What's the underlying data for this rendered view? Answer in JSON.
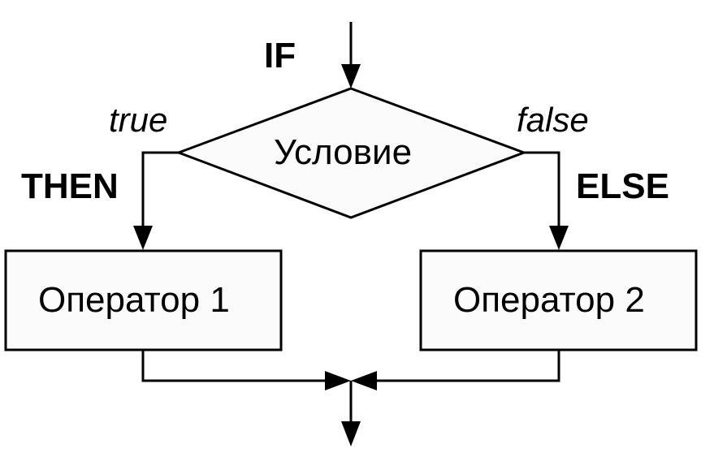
{
  "diagram": {
    "if_label": "IF",
    "condition": "Условие",
    "true_label": "true",
    "false_label": "false",
    "then_label": "THEN",
    "else_label": "ELSE",
    "operator1": "Оператор 1",
    "operator2": "Оператор 2"
  },
  "colors": {
    "stroke": "#000000",
    "shape_fill": "#fbfbfb",
    "background": "#ffffff"
  }
}
